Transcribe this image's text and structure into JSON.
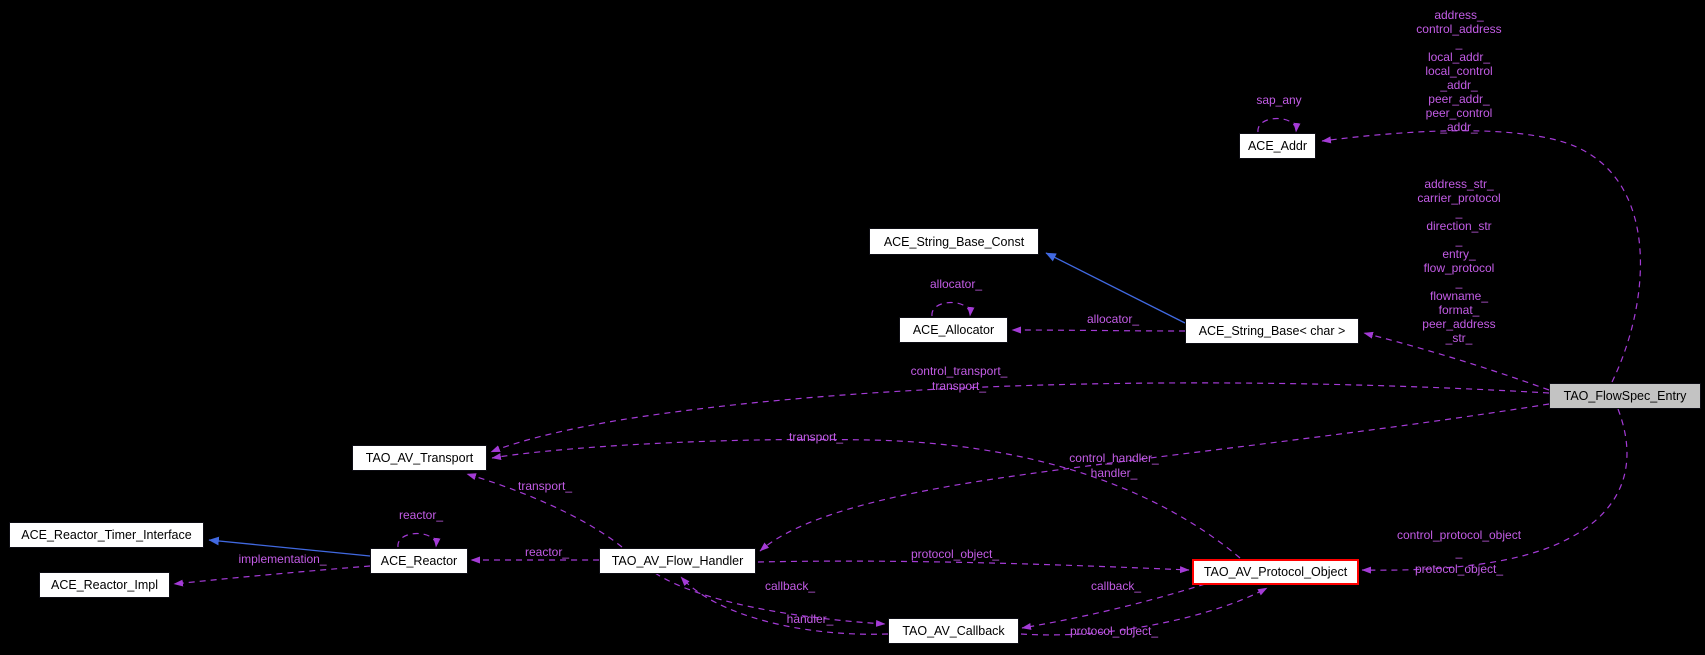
{
  "diagram": {
    "type": "collaboration-graph",
    "subject": "TAO_FlowSpec_Entry",
    "colors": {
      "background": "#000000",
      "node_fill": "#ffffff",
      "node_text": "#000000",
      "current_node_fill": "#c3c3c3",
      "truncated_node_border": "#ff0000",
      "usage_edge": "#a43bd6",
      "usage_label": "#c35ce6",
      "inheritance_edge": "#4169e1"
    },
    "nodes": [
      {
        "id": "ace-addr",
        "label": "ACE_Addr",
        "style": "default"
      },
      {
        "id": "ace-string-base-const",
        "label": "ACE_String_Base_Const",
        "style": "default"
      },
      {
        "id": "ace-allocator",
        "label": "ACE_Allocator",
        "style": "default"
      },
      {
        "id": "ace-string-base-char",
        "label": "ACE_String_Base< char >",
        "style": "default"
      },
      {
        "id": "tao-flowspec-entry",
        "label": "TAO_FlowSpec_Entry",
        "style": "current"
      },
      {
        "id": "tao-av-transport",
        "label": "TAO_AV_Transport",
        "style": "default"
      },
      {
        "id": "ace-reactor-timer-interface",
        "label": "ACE_Reactor_Timer_Interface",
        "style": "default"
      },
      {
        "id": "ace-reactor",
        "label": "ACE_Reactor",
        "style": "default"
      },
      {
        "id": "ace-reactor-impl",
        "label": "ACE_Reactor_Impl",
        "style": "default"
      },
      {
        "id": "tao-av-flow-handler",
        "label": "TAO_AV_Flow_Handler",
        "style": "default"
      },
      {
        "id": "tao-av-protocol-object",
        "label": "TAO_AV_Protocol_Object",
        "style": "truncated"
      },
      {
        "id": "tao-av-callback",
        "label": "TAO_AV_Callback",
        "style": "default"
      }
    ],
    "edges": [
      {
        "from": "ACE_Addr",
        "to": "ACE_Addr",
        "label": "sap_any",
        "style": "usage"
      },
      {
        "from": "TAO_FlowSpec_Entry",
        "to": "ACE_Addr",
        "label": "address_\ncontrol_address\n_\nlocal_addr_\nlocal_control\n_addr_\npeer_addr_\npeer_control\n_addr_",
        "style": "usage"
      },
      {
        "from": "ACE_Allocator",
        "to": "ACE_Allocator",
        "label": "allocator_",
        "style": "usage"
      },
      {
        "from": "ACE_String_Base< char >",
        "to": "ACE_Allocator",
        "label": "allocator_",
        "style": "usage"
      },
      {
        "from": "TAO_FlowSpec_Entry",
        "to": "ACE_String_Base< char >",
        "label": "address_str_\ncarrier_protocol\n_\ndirection_str\n_\nentry_\nflow_protocol\n_\nflowname_\nformat_\npeer_address\n_str_",
        "style": "usage"
      },
      {
        "from": "TAO_FlowSpec_Entry",
        "to": "TAO_AV_Transport",
        "label": "control_transport_\ntransport_",
        "style": "usage"
      },
      {
        "from": "TAO_AV_Protocol_Object",
        "to": "TAO_AV_Transport",
        "label": "transport_",
        "style": "usage"
      },
      {
        "from": "TAO_FlowSpec_Entry",
        "to": "TAO_AV_Flow_Handler",
        "label": "control_handler_\nhandler_",
        "style": "usage"
      },
      {
        "from": "TAO_AV_Flow_Handler",
        "to": "TAO_AV_Transport",
        "label": "transport_",
        "style": "usage"
      },
      {
        "from": "ACE_Reactor",
        "to": "ACE_Reactor",
        "label": "reactor_",
        "style": "usage"
      },
      {
        "from": "TAO_AV_Flow_Handler",
        "to": "ACE_Reactor",
        "label": "reactor_",
        "style": "usage"
      },
      {
        "from": "ACE_Reactor",
        "to": "ACE_Reactor_Impl",
        "label": "implementation_",
        "style": "usage"
      },
      {
        "from": "TAO_AV_Flow_Handler",
        "to": "TAO_AV_Protocol_Object",
        "label": "protocol_object_",
        "style": "usage"
      },
      {
        "from": "TAO_FlowSpec_Entry",
        "to": "TAO_AV_Protocol_Object",
        "label": "control_protocol_object\n_\nprotocol_object_",
        "style": "usage"
      },
      {
        "from": "TAO_AV_Protocol_Object",
        "to": "TAO_AV_Callback",
        "label": "callback_",
        "style": "usage"
      },
      {
        "from": "TAO_AV_Flow_Handler",
        "to": "TAO_AV_Callback",
        "label": "callback_",
        "style": "usage"
      },
      {
        "from": "TAO_AV_Callback",
        "to": "TAO_AV_Flow_Handler",
        "label": "handler_",
        "style": "usage"
      },
      {
        "from": "TAO_AV_Callback",
        "to": "TAO_AV_Protocol_Object",
        "label": "protocol_object_",
        "style": "usage"
      },
      {
        "from": "ACE_String_Base< char >",
        "to": "ACE_String_Base_Const",
        "label": "",
        "style": "inheritance"
      },
      {
        "from": "ACE_Reactor",
        "to": "ACE_Reactor_Timer_Interface",
        "label": "",
        "style": "inheritance"
      }
    ]
  }
}
